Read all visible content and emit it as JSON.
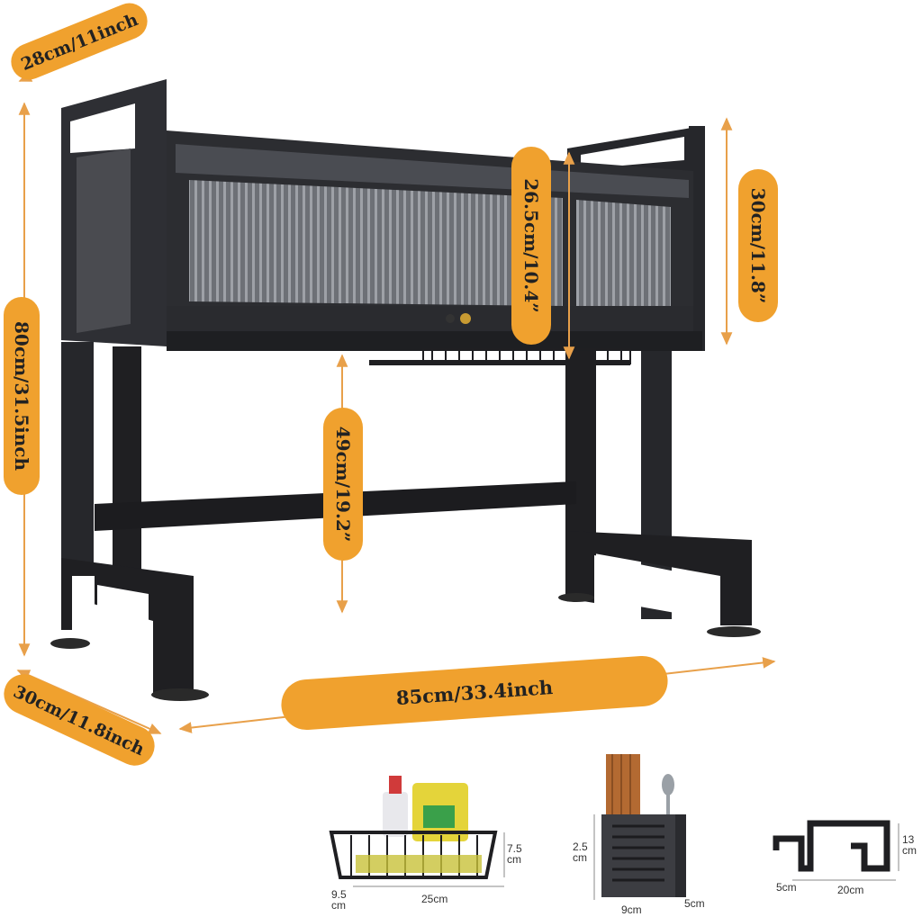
{
  "colors": {
    "accent": "#f0a12e",
    "frame": "#1f1f22",
    "panel": "#3a3b40",
    "guide": "#e8a04a"
  },
  "main_dimensions": {
    "top_depth": "28cm/11inch",
    "total_height": "80cm/31.5inch",
    "cabinet_inner_height": "26.5cm/10.4”",
    "cabinet_height": "30cm/11.8”",
    "clearance_height": "49cm/19.2”",
    "width": "85cm/33.4inch",
    "base_depth": "30cm/11.8inch"
  },
  "accessories": {
    "basket": {
      "height_value": "7.5",
      "height_unit": "cm",
      "depth_value": "9.5",
      "depth_unit": "cm",
      "width": "25cm"
    },
    "utensil_holder": {
      "height_value": "2.5",
      "height_unit": "cm",
      "width": "9cm",
      "depth": "5cm"
    },
    "hook": {
      "height_value": "13",
      "height_unit": "cm",
      "depth": "5cm",
      "width": "20cm"
    }
  }
}
